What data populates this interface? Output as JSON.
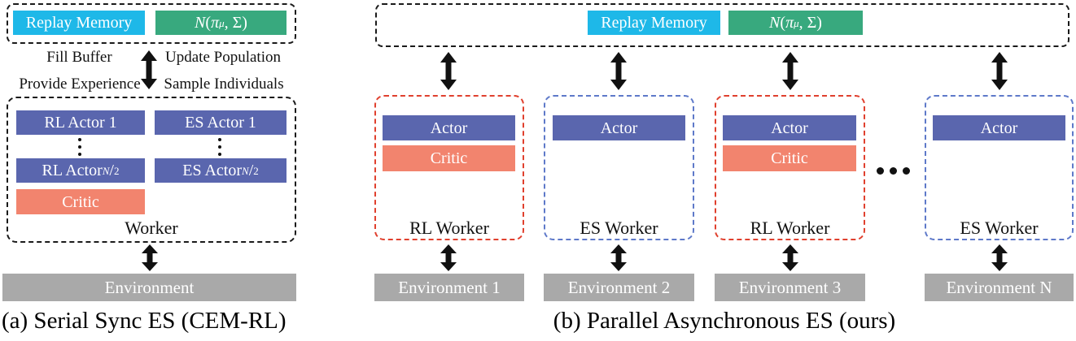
{
  "panel_a": {
    "caption": "(a) Serial Sync ES (CEM-RL)",
    "top_box": {
      "replay_memory": "Replay Memory",
      "gaussian": {
        "n": "N",
        "open": "(",
        "pi": "π",
        "sub": "μ",
        "close": ", Σ)"
      }
    },
    "flow_labels": {
      "fill_buffer": "Fill Buffer",
      "update_population": "Update Population",
      "provide_experience": "Provide Experience",
      "sample_individuals": "Sample Individuals"
    },
    "worker": {
      "rl_actor_1": "RL Actor 1",
      "es_actor_1": "ES Actor 1",
      "rl_actor_n": {
        "prefix": "RL Actor ",
        "sup": "N",
        "frac": "/",
        "sub": "2"
      },
      "es_actor_n": {
        "prefix": "ES Actor ",
        "sup": "N",
        "frac": "/",
        "sub": "2"
      },
      "critic": "Critic",
      "label": "Worker"
    },
    "environment": "Environment"
  },
  "panel_b": {
    "caption": "(b) Parallel Asynchronous ES (ours)",
    "top_box": {
      "replay_memory": "Replay Memory",
      "gaussian": {
        "n": "N",
        "open": "(",
        "pi": "π",
        "sub": "μ",
        "close": ", Σ)"
      }
    },
    "workers": [
      {
        "type": "rl",
        "label": "RL Worker",
        "actor": "Actor",
        "critic": "Critic",
        "environment": "Environment 1"
      },
      {
        "type": "es",
        "label": "ES Worker",
        "actor": "Actor",
        "environment": "Environment 2"
      },
      {
        "type": "rl",
        "label": "RL Worker",
        "actor": "Actor",
        "critic": "Critic",
        "environment": "Environment 3"
      },
      {
        "type": "es",
        "label": "ES Worker",
        "actor": "Actor",
        "environment": "Environment N"
      }
    ]
  },
  "colors": {
    "replay_memory": "#1eb8e8",
    "gaussian": "#38a97e",
    "actor": "#5a66ae",
    "critic": "#f2846e",
    "environment": "#a9a9a9",
    "rl_border": "#e0402e",
    "es_border": "#5e79c9"
  }
}
